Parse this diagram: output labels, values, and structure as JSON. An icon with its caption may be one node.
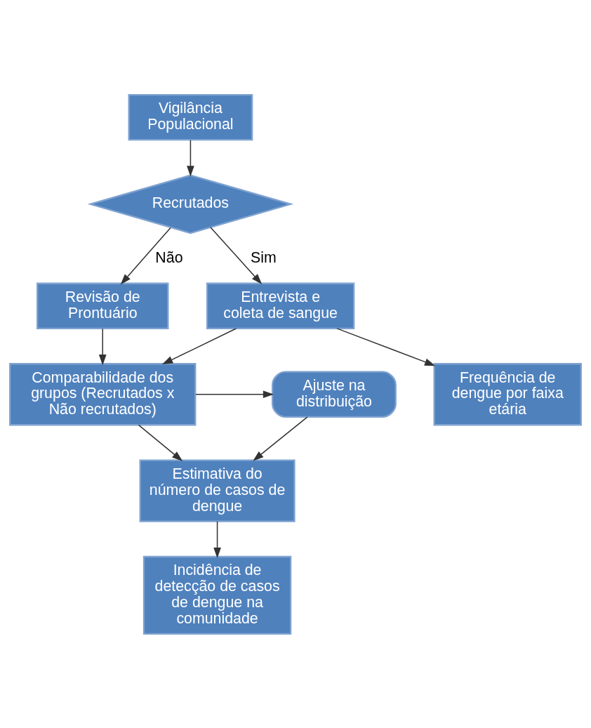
{
  "diagram": {
    "nodes": [
      {
        "text": [
          "Vigilância Populacional"
        ]
      },
      {
        "text": [
          "Recrutados"
        ]
      },
      {
        "text": [
          "Revisão de Prontuário"
        ]
      },
      {
        "text": [
          "Entrevista e coleta de sangue"
        ]
      },
      {
        "text": [
          "Frequência de dengue por faixa etária"
        ]
      },
      {
        "text": [
          "Comparabilidade dos grupos (Recrutados x Não recrutados)"
        ]
      },
      {
        "text": [
          "Ajuste na distribuição"
        ]
      },
      {
        "text": [
          "Estimativa do número de casos de dengue"
        ]
      },
      {
        "text": [
          "Incidência de detecção de casos de dengue na comunidade"
        ]
      }
    ],
    "edges": [
      {
        "from": 0,
        "to": 1,
        "arrow": "to"
      },
      {
        "from": 1,
        "to": 2,
        "arrow": "to",
        "label": "Não"
      },
      {
        "from": 1,
        "to": 3,
        "arrow": "to",
        "label": "Sim"
      },
      {
        "from": 3,
        "to": 4,
        "arrow": "to"
      },
      {
        "from": 2,
        "to": 5,
        "arrow": "to"
      },
      {
        "from": 3,
        "to": 5,
        "arrow": "to"
      },
      {
        "from": 5,
        "to": 6,
        "arrow": "to"
      },
      {
        "from": 5,
        "to": 7,
        "arrow": "to"
      },
      {
        "from": 6,
        "to": 7,
        "arrow": "to"
      },
      {
        "from": 7,
        "to": 8,
        "arrow": "to"
      }
    ]
  }
}
